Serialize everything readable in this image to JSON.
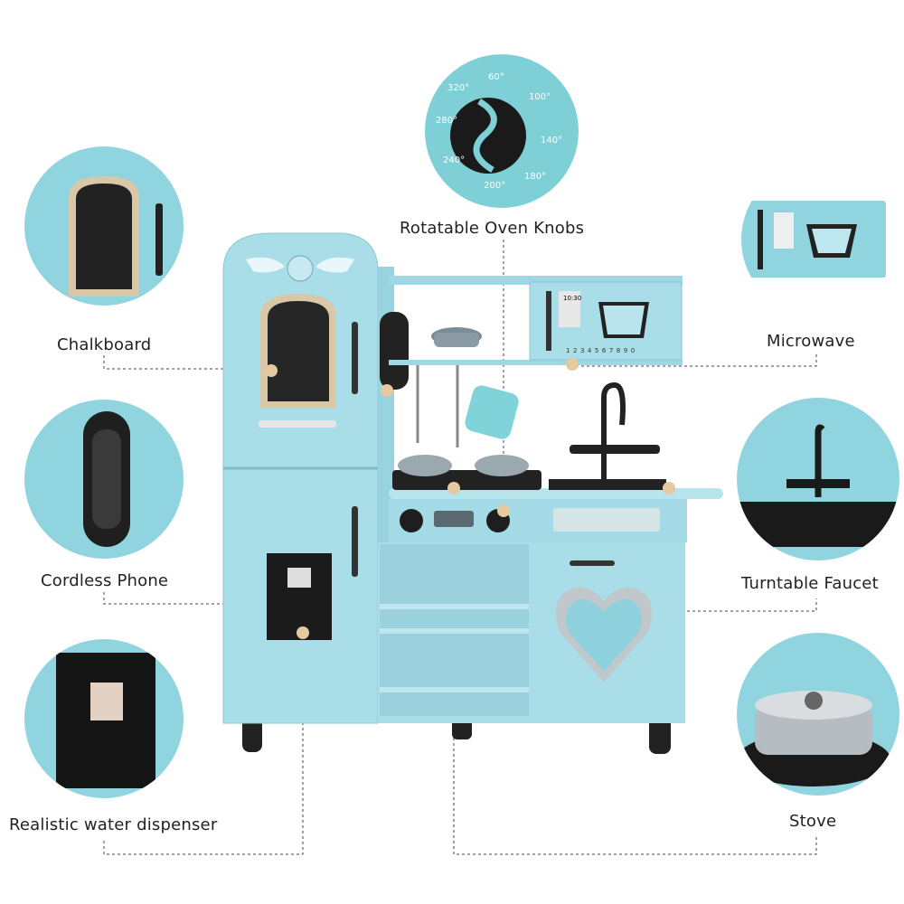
{
  "callouts": {
    "chalkboard": "Chalkboard",
    "cordless_phone": "Cordless Phone",
    "water_dispenser": "Realistic water dispenser",
    "oven_knobs": "Rotatable Oven Knobs",
    "microwave": "Microwave",
    "faucet": "Turntable Faucet",
    "stove": "Stove"
  },
  "knob_dial": [
    "60°",
    "100°",
    "140°",
    "180°",
    "200°",
    "240°",
    "280°",
    "320°"
  ],
  "microwave_clock": "10:30",
  "microwave_buttons": [
    "1",
    "2",
    "3",
    "4",
    "5",
    "6",
    "7",
    "8",
    "9",
    "0"
  ],
  "colors": {
    "body": "#a9dde8",
    "body_dark": "#86c7d6",
    "accent": "#e5c9a0",
    "black": "#1e1e1e"
  }
}
